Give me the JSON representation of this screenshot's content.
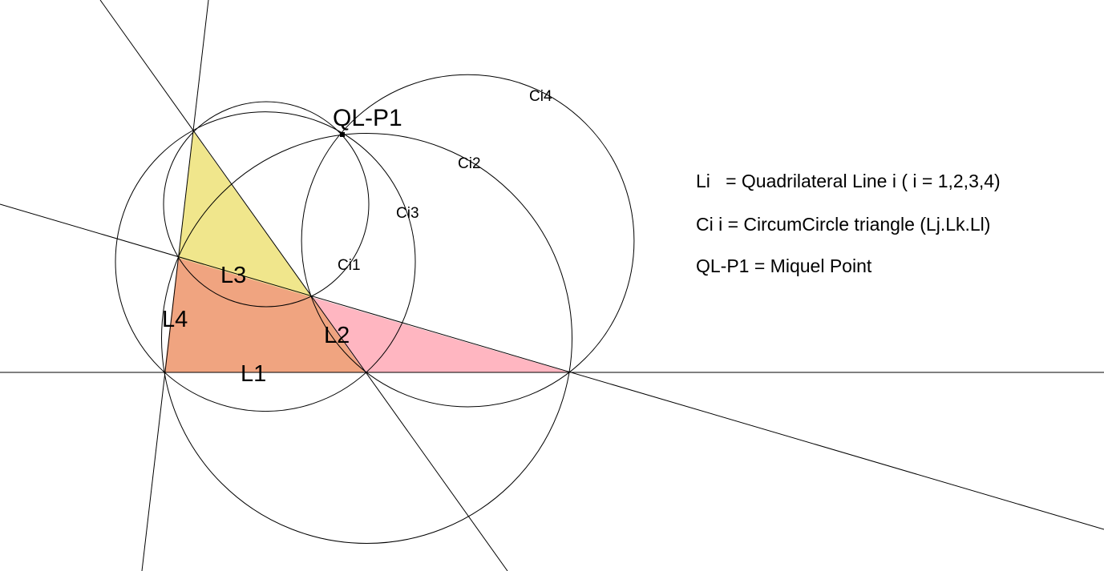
{
  "lines": [
    {
      "label": "L1"
    },
    {
      "label": "L2"
    },
    {
      "label": "L3"
    },
    {
      "label": "L4"
    }
  ],
  "circles": [
    {
      "label": "Ci1"
    },
    {
      "label": "Ci2"
    },
    {
      "label": "Ci3"
    },
    {
      "label": "Ci4"
    }
  ],
  "miquel_point": {
    "label": "QL-P1"
  },
  "legend": [
    "Li   = Quadrilateral Line i ( i = 1,2,3,4)",
    "Ci i = CircumCircle triangle (Lj.Lk.Ll)",
    "QL-P1 = Miquel Point"
  ],
  "colors": {
    "yellow_triangle": "#f0e68c",
    "overlap_region": "#f0a480",
    "pink_triangle": "#ffb6c1",
    "stroke": "#000000"
  }
}
